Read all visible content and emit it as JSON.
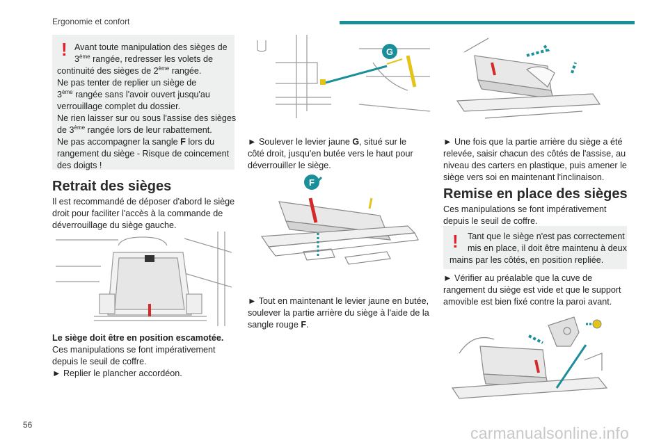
{
  "header": {
    "section": "Ergonomie et confort"
  },
  "page_number": "56",
  "watermark": "carmanualsonline.info",
  "warning1": {
    "lines": [
      [
        "Avant toute manipulation des sièges de"
      ],
      [
        "3",
        "ème",
        " rangée, redresser les volets de"
      ],
      [
        "continuité des sièges de 2",
        "ème",
        " rangée."
      ],
      [
        "Ne pas tenter de replier un siège de"
      ],
      [
        "3",
        "ème",
        " rangée sans l'avoir ouvert jusqu'au"
      ],
      [
        "verrouillage complet du dossier."
      ],
      [
        "Ne rien laisser sur ou sous l'assise des sièges"
      ],
      [
        "de 3",
        "ème",
        " rangée lors de leur rabattement."
      ],
      [
        "Ne pas accompagner la sangle ",
        "F",
        " lors du"
      ],
      [
        "rangement du siège - Risque de coincement"
      ],
      [
        "des doigts !"
      ]
    ]
  },
  "section1": {
    "title": "Retrait des sièges",
    "intro": [
      "Il est recommandé de déposer d'abord le siège",
      "droit pour faciliter l'accès à la commande de",
      "déverrouillage du siège gauche."
    ],
    "bold_line": "Le siège doit être en position escamotée.",
    "lines": [
      "Ces manipulations se font impérativement",
      "depuis le seuil de coffre.",
      "► Replier le plancher accordéon."
    ]
  },
  "col2": {
    "step1": [
      [
        "► Soulever le levier jaune ",
        "G",
        ", situé sur le"
      ],
      [
        "côté droit, jusqu'en butée vers le haut pour"
      ],
      [
        "déverrouiller le siège."
      ]
    ],
    "step2": [
      [
        "► Tout en maintenant le levier jaune en butée,"
      ],
      [
        "soulever la partie arrière du siège à l'aide de la"
      ],
      [
        "sangle rouge ",
        "F",
        "."
      ]
    ],
    "label_g": "G",
    "label_f": "F"
  },
  "col3": {
    "step1": [
      "► Une fois que la partie arrière du siège a été",
      "relevée, saisir chacun des côtés de l'assise, au",
      "niveau des carters en plastique, puis amener le",
      "siège vers soi en maintenant l'inclinaison."
    ],
    "section2_title": "Remise en place des sièges",
    "section2_intro": [
      "Ces manipulations se font impérativement",
      "depuis le seuil de coffre."
    ],
    "warning2": [
      "Tant que le siège n'est pas correctement",
      "mis en place, il doit être maintenu à deux",
      "mains par les côtés, en position repliée."
    ],
    "step2": [
      "► Vérifier au préalable que la cuve de",
      "rangement du siège est vide et que le support",
      "amovible est bien fixé contre la paroi avant."
    ]
  },
  "colors": {
    "accent": "#1a8f9a",
    "warning": "#e0202c",
    "lever": "#e3c419",
    "strap": "#d42a2a"
  },
  "icons": [
    "warning-exclamation-icon",
    "seat-diagram-illustration"
  ]
}
